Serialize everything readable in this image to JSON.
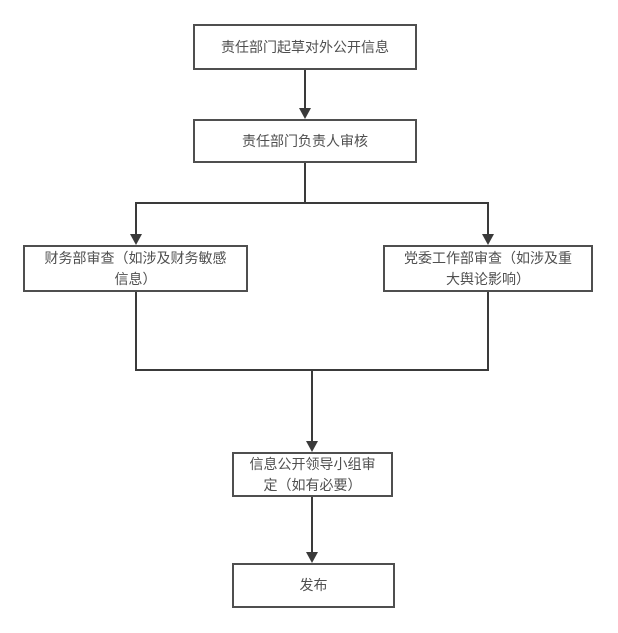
{
  "diagram": {
    "colors": {
      "background": "#ffffff",
      "box_border": "#4f4f4f",
      "line": "#3a3a3a",
      "text": "#4f4f4f"
    },
    "nodes": {
      "draft": {
        "label": "责任部门起草对外公开信息"
      },
      "review": {
        "label": "责任部门负责人审核"
      },
      "finance": {
        "label": "财务部审查（如涉及财务敏感\n信息）"
      },
      "party": {
        "label": "党委工作部审查（如涉及重\n大舆论影响）"
      },
      "group": {
        "label": "信息公开领导小组审\n定（如有必要）"
      },
      "publish": {
        "label": "发布"
      }
    }
  }
}
